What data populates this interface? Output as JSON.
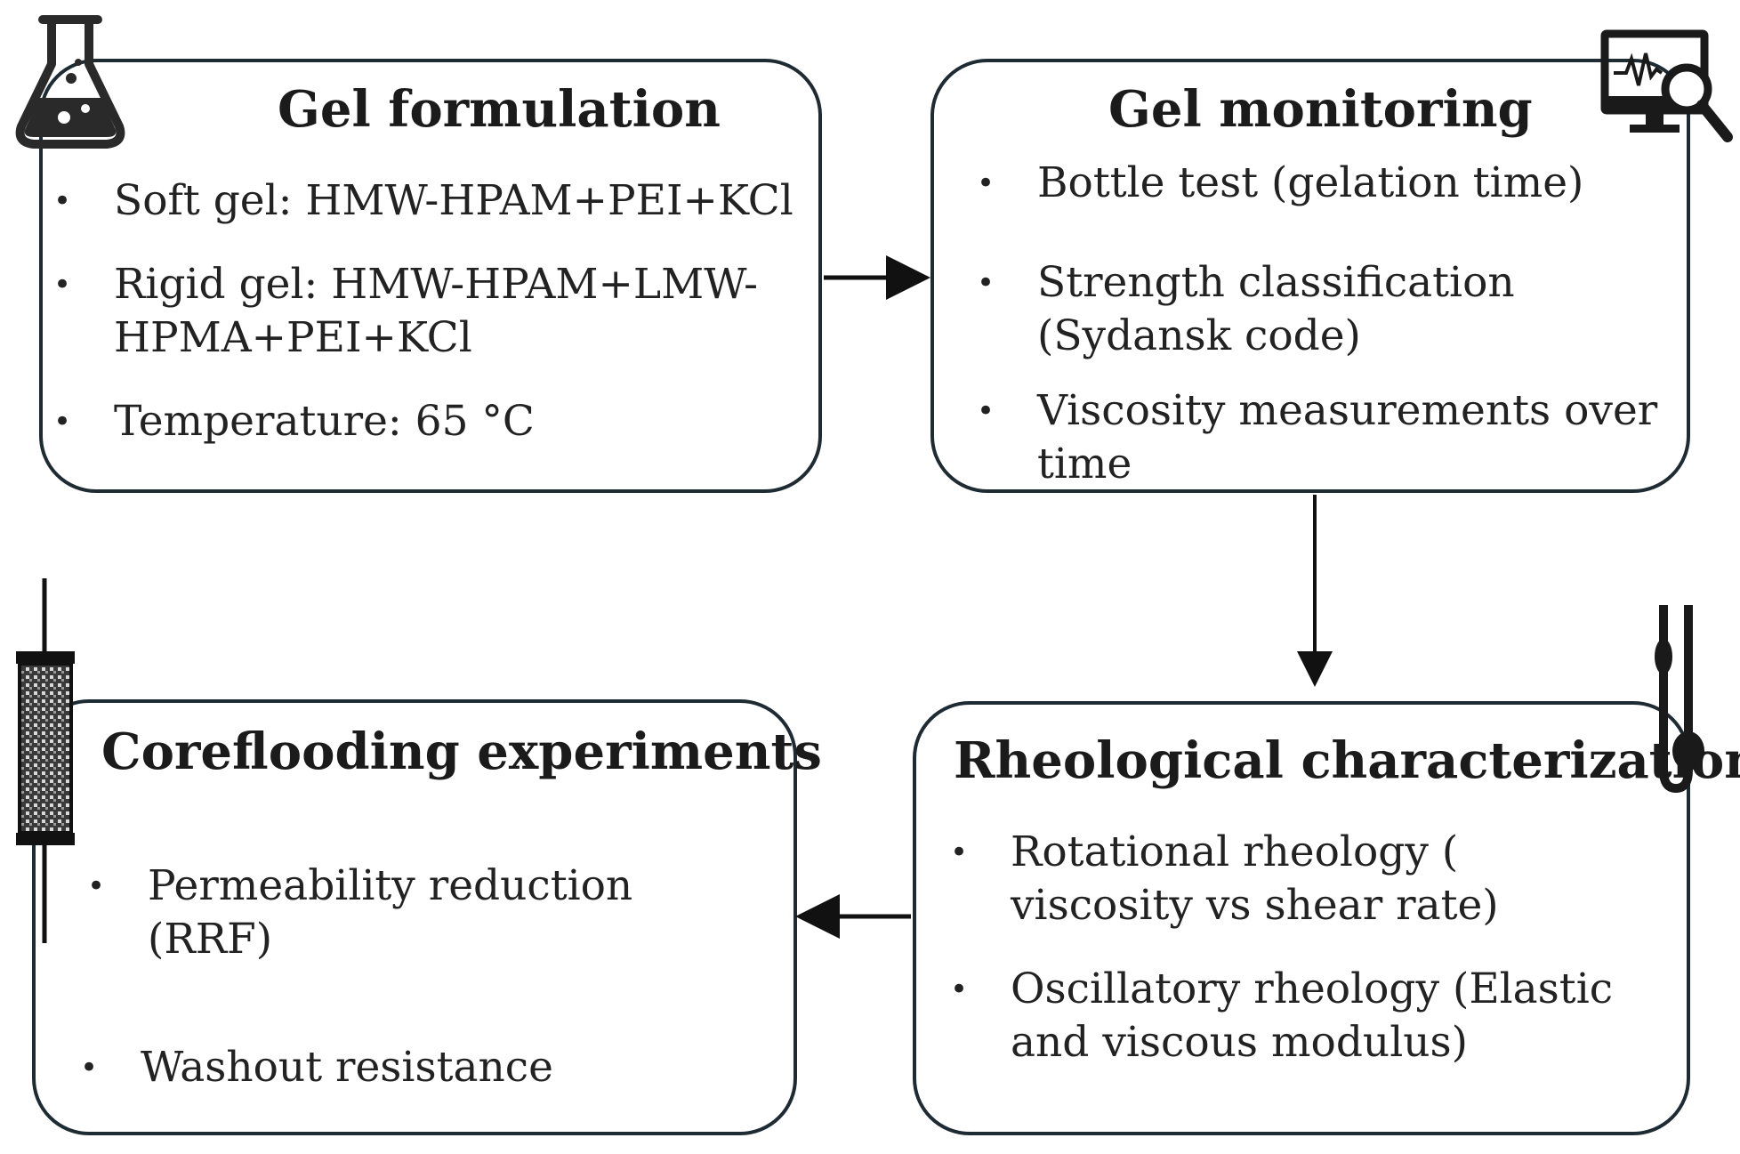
{
  "boxes": {
    "formulation": {
      "title": "Gel formulation",
      "items": [
        "Soft gel:  HMW-HPAM+PEI+KCl",
        "Rigid gel:  HMW-HPAM+LMW-HPMA+PEI+KCl",
        "Temperature: 65 °C"
      ]
    },
    "monitoring": {
      "title": "Gel monitoring",
      "items": [
        "Bottle test (gelation time)",
        "Strength classification (Sydansk code)",
        "Viscosity measurements over time"
      ]
    },
    "rheology": {
      "title": "Rheological  characterization",
      "items": [
        "Rotational rheology ( viscosity vs shear rate)",
        "Oscillatory rheology (Elastic and viscous modulus)"
      ]
    },
    "coreflooding": {
      "title": "Coreflooding  experiments",
      "items": [
        "Permeability reduction (RRF)",
        "Washout resistance"
      ]
    }
  },
  "icons": {
    "formulation": "flask-icon",
    "monitoring": "monitor-search-icon",
    "rheology": "viscometer-icon",
    "coreflooding": "core-holder-icon"
  },
  "colors": {
    "border": "#1e2b33",
    "arrow": "#111111"
  }
}
